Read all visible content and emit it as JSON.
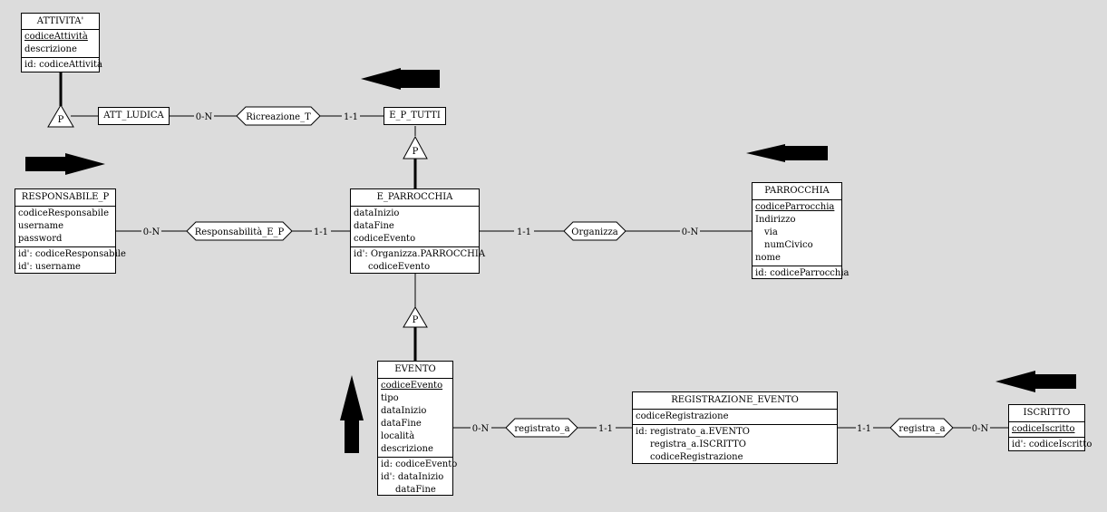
{
  "entities": {
    "attivita": {
      "title": "ATTIVITA'",
      "attrs": [
        "codiceAttività",
        "descrizione"
      ],
      "ids": [
        "id: codiceAttività"
      ]
    },
    "responsabile": {
      "title": "RESPONSABILE_P",
      "attrs": [
        "codiceResponsabile",
        "username",
        "password"
      ],
      "ids": [
        "id': codiceResponsabile",
        "id': username"
      ]
    },
    "e_parrocchia": {
      "title": "E_PARROCCHIA",
      "attrs": [
        "dataInizio",
        "dataFine",
        "codiceEvento"
      ],
      "ids": [
        "id': Organizza.PARROCCHIA",
        "codiceEvento"
      ]
    },
    "parrocchia": {
      "title": "PARROCCHIA",
      "attrs": [
        "codiceParrocchia",
        "Indirizzo",
        "via",
        "numCivico",
        "nome"
      ],
      "ids": [
        "id: codiceParrocchia"
      ]
    },
    "evento": {
      "title": "EVENTO",
      "attrs": [
        "codiceEvento",
        "tipo",
        "dataInizio",
        "dataFine",
        "località",
        "descrizione"
      ],
      "ids": [
        "id: codiceEvento",
        "id': dataInizio",
        "dataFine"
      ]
    },
    "registrazione": {
      "title": "REGISTRAZIONE_EVENTO",
      "attrs": [
        "codiceRegistrazione"
      ],
      "ids": [
        "id: registrato_a.EVENTO",
        "registra_a.ISCRITTO",
        "codiceRegistrazione"
      ]
    },
    "iscritto": {
      "title": "ISCRITTO",
      "attrs": [
        "codiceIscritto"
      ],
      "ids": [
        "id': codiceIscritto"
      ]
    }
  },
  "subtypes": {
    "att_ludica": "ATT_LUDICA",
    "e_p_tutti": "E_P_TUTTI"
  },
  "relationships": {
    "ricreazione": "Ricreazione_T",
    "responsabilita": "Responsabilità_E_P",
    "organizza": "Organizza",
    "registrato": "registrato_a",
    "registra": "registra_a"
  },
  "cardinalities": {
    "attludica_ricreazione": "0-N",
    "ricreazione_eptutti": "1-1",
    "resp_responsabilita": "0-N",
    "responsabilita_eparr": "1-1",
    "eparr_organizza": "1-1",
    "organizza_parr": "0-N",
    "evento_registrato": "0-N",
    "registrato_registrazione": "1-1",
    "registrazione_registra": "1-1",
    "registra_iscritto": "0-N"
  },
  "generalizations": {
    "p1": "P",
    "p2": "P",
    "p3": "P"
  },
  "arrows": [
    {
      "name": "arrow-left-top",
      "direction": "left"
    },
    {
      "name": "arrow-right-left",
      "direction": "right"
    },
    {
      "name": "arrow-left-right",
      "direction": "left"
    },
    {
      "name": "arrow-up-bottom",
      "direction": "up"
    },
    {
      "name": "arrow-left-bottom-right",
      "direction": "left"
    }
  ]
}
